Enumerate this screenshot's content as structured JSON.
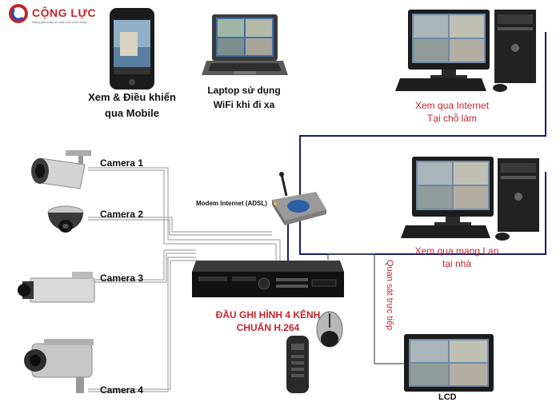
{
  "logo": {
    "name": "CỘNG LỰC",
    "tagline": "Nâng giải pháp an toàn cho cuộc sống",
    "brand_color": "#c0262d",
    "accent_color": "#1f4fa8"
  },
  "devices": {
    "mobile": {
      "line1": "Xem & Điều khiển",
      "line2": "qua Mobile"
    },
    "laptop": {
      "line1": "Laptop sử dụng",
      "line2": "WiFi khi đi xa"
    },
    "pc_internet": {
      "line1": "Xem qua Internet",
      "line2": "Tại chỗ làm"
    },
    "pc_lan": {
      "line1": "Xem qua mạng Lan",
      "line2": "tại nhà"
    },
    "modem": {
      "label": "Modem Internet (ADSL)"
    },
    "dvr": {
      "line1": "ĐẦU GHI HÌNH 4 KÊNH",
      "line2": "CHUẨN H.264"
    },
    "direct": {
      "label": "Quan sát trực tiếp"
    },
    "lcd": {
      "label": "LCD"
    }
  },
  "cameras": [
    "Camera 1",
    "Camera 2",
    "Camera 3",
    "Camera 4"
  ],
  "colors": {
    "network_line": "#1a1a6e",
    "camera_line": "#9a9a9a",
    "direct_line": "#c0262d",
    "label_red": "#c0262d"
  }
}
